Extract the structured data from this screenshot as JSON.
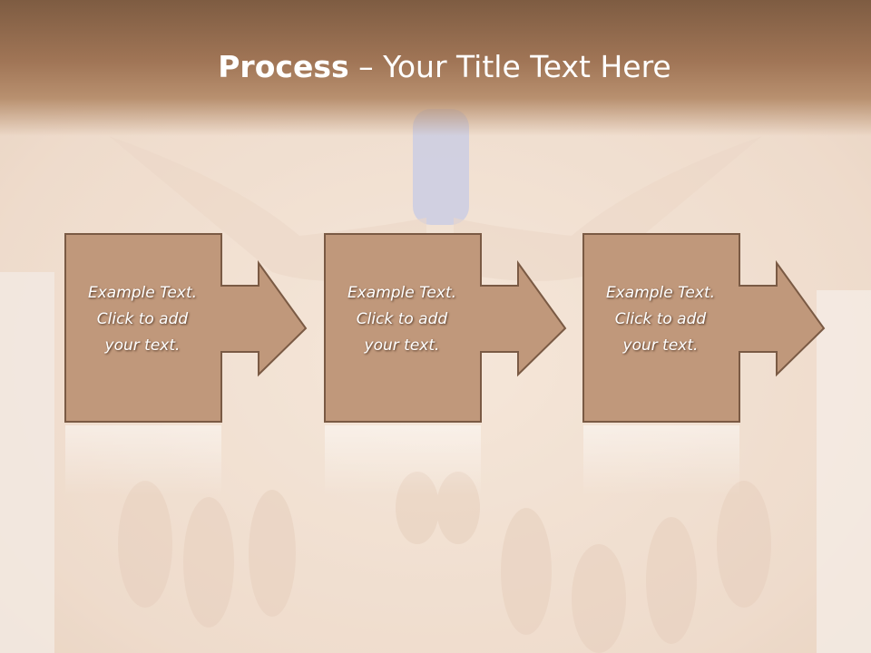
{
  "slide": {
    "title_bold": "Process",
    "title_rest": " – Your Title Text Here"
  },
  "steps": [
    {
      "text": "Example Text.\nClick  to add\nyour text."
    },
    {
      "text": "Example Text.\nClick  to add\nyour text."
    },
    {
      "text": "Example Text.\nClick  to add\nyour text."
    }
  ],
  "colors": {
    "header": "#8a6447",
    "box_fill": "#c0987b",
    "box_stroke": "#7a5a44",
    "text": "#ffffff"
  }
}
